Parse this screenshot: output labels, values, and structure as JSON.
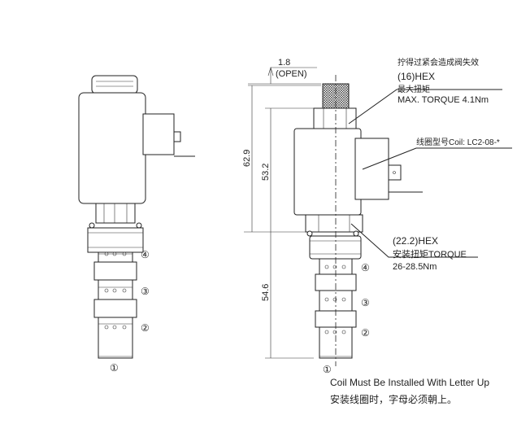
{
  "dimensions": {
    "open_stroke": "1.8",
    "open_label": "(OPEN)",
    "overall_height": "62.9",
    "coil_height": "53.2",
    "cartridge_length": "54.6"
  },
  "callouts": {
    "top_hex_warning_cn": "拧得过紧会造成阀失效",
    "top_hex_size": "(16)HEX",
    "top_hex_torque_cn": "最大扭矩",
    "top_hex_torque": "MAX. TORQUE 4.1Nm",
    "coil_model": "线圈型号Coil: LC2-08-*",
    "bottom_hex_size": "(22.2)HEX",
    "bottom_hex_torque_label": "安装扭矩TORQUE",
    "bottom_hex_torque": "26-28.5Nm"
  },
  "ports": [
    "①",
    "②",
    "③",
    "④"
  ],
  "note": {
    "en": "Coil Must Be Installed With Letter Up",
    "cn": "安装线圈时，字母必须朝上。"
  }
}
